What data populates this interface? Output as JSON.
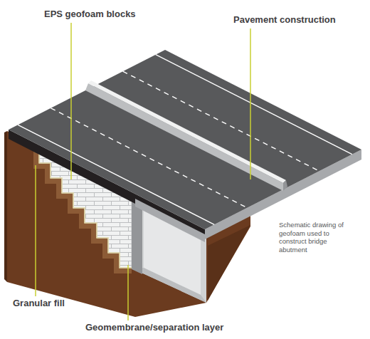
{
  "diagram": {
    "caption": "Schematic drawing of geofoam used to construct bridge abutment",
    "labels": [
      "EPS geofoam blocks",
      "Pavement construction",
      "Granular fill",
      "Geomembrane/separation layer"
    ]
  }
}
